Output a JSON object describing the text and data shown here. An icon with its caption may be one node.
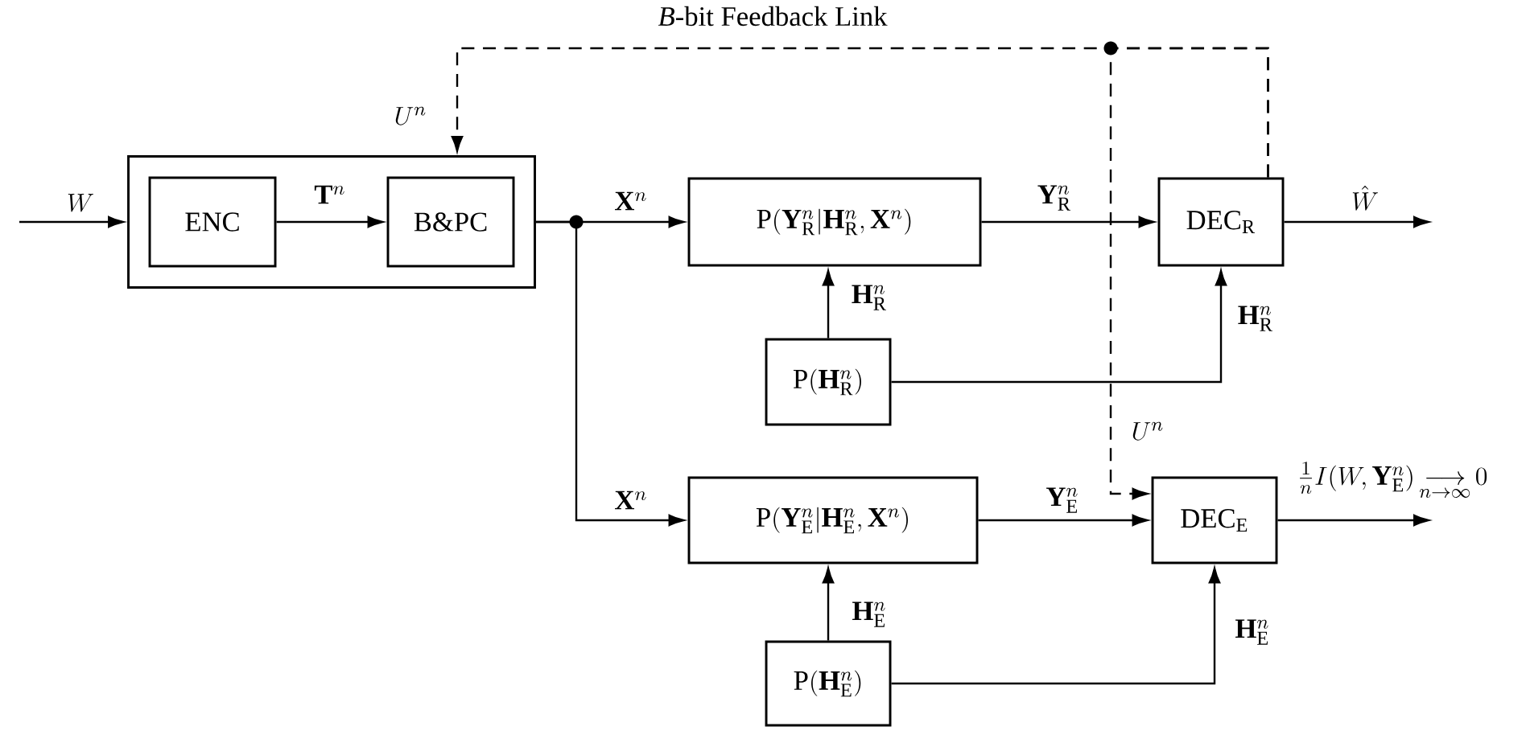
{
  "diagram": {
    "nodes": [
      {
        "text": [],
        "shape": "box"
      },
      {
        "text": [
          "ENC"
        ],
        "in": 0
      },
      {
        "text": [
          "B&PC"
        ],
        "in": 0
      },
      {
        "text": [
          "\\mathrm{P}(\\mathbf{Y}^n_{\\mathrm{R}}|\\mathbf{H}^n_{\\mathrm{R}},\\mathbf{X}^n)"
        ]
      },
      {
        "text": [
          "\\mathrm{DEC}_{\\mathrm{R}}"
        ]
      },
      {
        "text": [
          "\\mathrm{P}(\\mathbf{H}^n_{\\mathrm{R}})"
        ]
      },
      {
        "text": [
          "\\mathrm{P}(\\mathbf{Y}^n_{\\mathrm{E}}|\\mathbf{H}^n_{\\mathrm{E}},\\mathbf{X}^n)"
        ]
      },
      {
        "text": [
          "\\mathrm{DEC}_{\\mathrm{E}}"
        ]
      },
      {
        "text": [
          "\\mathrm{P}(\\mathbf{H}^n_{\\mathrm{E}})"
        ]
      }
    ],
    "edges": [
      {
        "from": null,
        "to": 0,
        "arrow": "to",
        "label": "W"
      },
      {
        "from": 1,
        "to": 2,
        "arrow": "to",
        "label": "\\mathbf{T}^n"
      },
      {
        "from": 0,
        "to": 3,
        "arrow": "to",
        "label": "\\mathbf{X}^n"
      },
      {
        "from": 0,
        "to": 6,
        "arrow": "to",
        "label": "\\mathbf{X}^n"
      },
      {
        "from": 3,
        "to": 4,
        "arrow": "to",
        "label": "\\mathbf{Y}^n_{\\mathrm{R}}"
      },
      {
        "from": 4,
        "to": null,
        "arrow": "to",
        "label": "\\hat{W}"
      },
      {
        "from": 5,
        "to": 3,
        "arrow": "to",
        "label": "\\mathbf{H}^n_{\\mathrm{R}}"
      },
      {
        "from": 5,
        "to": 4,
        "arrow": "to",
        "label": "\\mathbf{H}^n_{\\mathrm{R}}"
      },
      {
        "from": 6,
        "to": 7,
        "arrow": "to",
        "label": "\\mathbf{Y}^n_{\\mathrm{E}}"
      },
      {
        "from": 7,
        "to": null,
        "arrow": "to",
        "label": "\\frac{1}{n}I(W,\\mathbf{Y}^n_{\\mathrm{E}})\\mathop{\\longrightarrow}\\limits_{n\\to\\infty}0"
      },
      {
        "from": 8,
        "to": 6,
        "arrow": "to",
        "label": "\\mathbf{H}^n_{\\mathrm{E}}"
      },
      {
        "from": 8,
        "to": 7,
        "arrow": "to",
        "label": "\\mathbf{H}^n_{\\mathrm{E}}"
      },
      {
        "from": 4,
        "to": 0,
        "arrow": "to",
        "label": "U^n",
        "style": "dashed"
      },
      {
        "from": 4,
        "to": 7,
        "arrow": "to",
        "label": "U^n",
        "style": "dashed"
      }
    ],
    "labels": [
      "*B*-bit Feedback Link"
    ]
  }
}
